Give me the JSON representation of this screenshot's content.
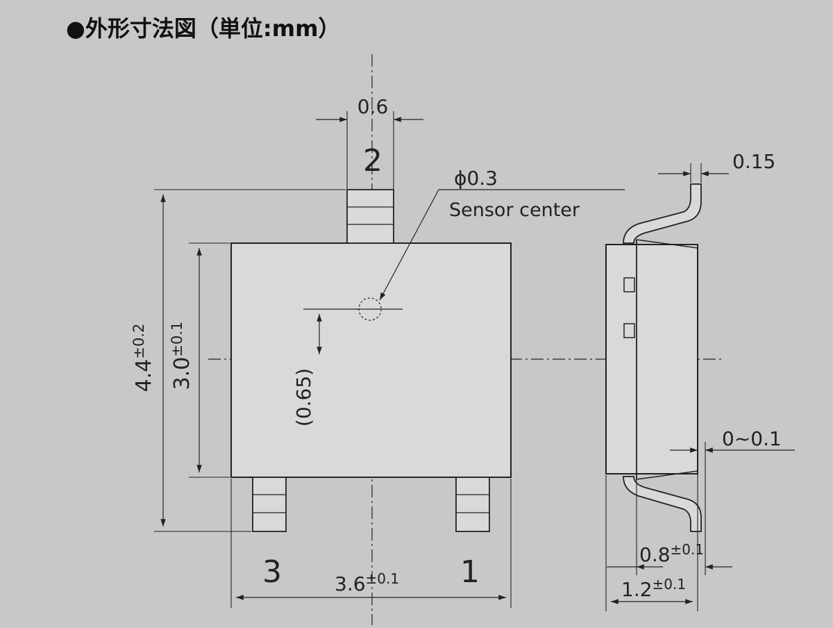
{
  "title": "●外形寸法図（単位:mm）",
  "pins": {
    "pin1": "1",
    "pin2": "2",
    "pin3": "3"
  },
  "sensor": {
    "diameter": "ϕ0.3",
    "label": "Sensor center"
  },
  "dims": {
    "pin_width": "0.6",
    "lead_thickness": "0.15",
    "total_height_base": "4.4",
    "total_height_tol": "±0.2",
    "body_height_base": "3.0",
    "body_height_tol": "±0.1",
    "sensor_offset": "(0.65)",
    "body_width_base": "3.6",
    "body_width_tol": "±0.1",
    "standoff": "0~0.1",
    "body_thickness_base": "0.8",
    "body_thickness_tol": "±0.1",
    "total_thickness_base": "1.2",
    "total_thickness_tol": "±0.1"
  },
  "colors": {
    "background": "#c8c8c8",
    "body_fill": "#d9d9d9",
    "line": "#222222"
  }
}
